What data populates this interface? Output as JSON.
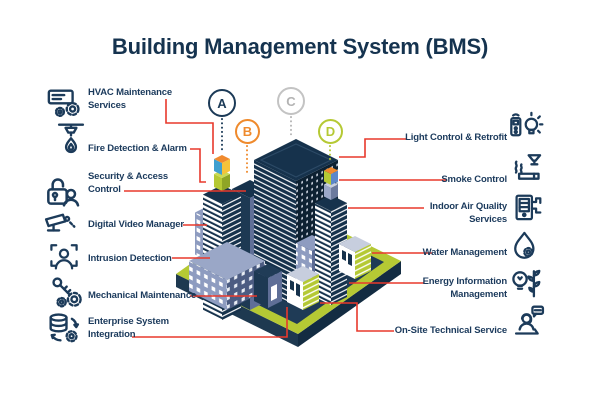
{
  "title": "Building Management System (BMS)",
  "markers": [
    {
      "label": "A",
      "color": "#1b3a57"
    },
    {
      "label": "B",
      "color": "#ef8a2c"
    },
    {
      "label": "C",
      "color": "#c3c3c3"
    },
    {
      "label": "D",
      "color": "#b5c934"
    }
  ],
  "services_left": [
    {
      "label": "HVAC Maintenance Services",
      "icon": "hvac-icon"
    },
    {
      "label": "Fire Detection & Alarm",
      "icon": "fire-detection-icon"
    },
    {
      "label": "Security & Access Control",
      "icon": "security-access-icon"
    },
    {
      "label": "Digital Video Manager",
      "icon": "video-camera-icon"
    },
    {
      "label": "Intrusion Detection",
      "icon": "intrusion-detection-icon"
    },
    {
      "label": "Mechanical Maintenance",
      "icon": "mechanical-maintenance-icon"
    },
    {
      "label": "Enterprise System Integration",
      "icon": "enterprise-integration-icon"
    }
  ],
  "services_right": [
    {
      "label": "Light Control & Retrofit",
      "icon": "light-control-icon"
    },
    {
      "label": "Smoke Control",
      "icon": "smoke-control-icon"
    },
    {
      "label": "Indoor Air Quality Services",
      "icon": "air-quality-icon"
    },
    {
      "label": "Water Management",
      "icon": "water-management-icon"
    },
    {
      "label": "Energy Information Management",
      "icon": "energy-information-icon"
    },
    {
      "label": "On-Site Technical Service",
      "icon": "technical-service-icon"
    }
  ],
  "illustration": {
    "platform_color": "#b5c934",
    "building_color": "#16324c",
    "connector_color": "#e8392c",
    "accent_orange": "#f08a2e",
    "accent_blue": "#3f9fd0",
    "accent_yellow": "#f5c23a"
  }
}
